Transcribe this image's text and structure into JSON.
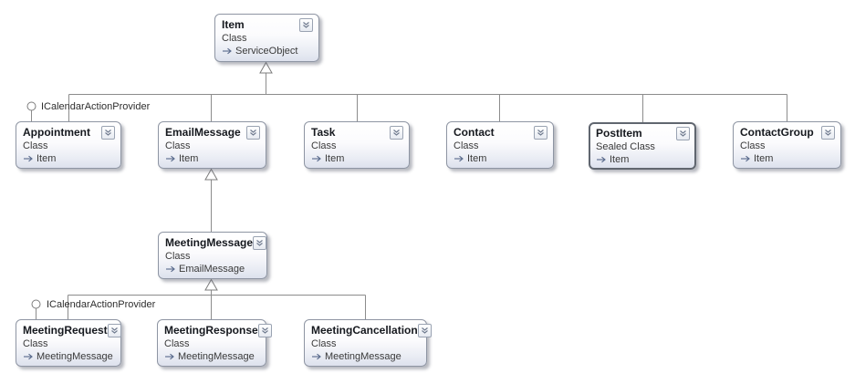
{
  "colors": {
    "box_border": "#8e95a3",
    "sealed_border": "#60666f",
    "box_gradient_top": "#ffffff",
    "box_gradient_bottom": "#dde1ed",
    "connector_line": "#8c8c8c",
    "title_text": "#15181e",
    "secondary_text": "#3a3a3a",
    "arrow_accent": "#57688a"
  },
  "icons": {
    "collapse": "chevron-double-down",
    "inheritance": "right-arrow",
    "interface": "lollipop-circle"
  },
  "interfaces": [
    {
      "label": "ICalendarActionProvider"
    },
    {
      "label": "ICalendarActionProvider"
    }
  ],
  "classes": [
    {
      "title": "Item",
      "kind": "Class",
      "base": "ServiceObject"
    },
    {
      "title": "Appointment",
      "kind": "Class",
      "base": "Item"
    },
    {
      "title": "EmailMessage",
      "kind": "Class",
      "base": "Item"
    },
    {
      "title": "Task",
      "kind": "Class",
      "base": "Item"
    },
    {
      "title": "Contact",
      "kind": "Class",
      "base": "Item"
    },
    {
      "title": "PostItem",
      "kind": "Sealed Class",
      "base": "Item"
    },
    {
      "title": "ContactGroup",
      "kind": "Class",
      "base": "Item"
    },
    {
      "title": "MeetingMessage",
      "kind": "Class",
      "base": "EmailMessage"
    },
    {
      "title": "MeetingRequest",
      "kind": "Class",
      "base": "MeetingMessage"
    },
    {
      "title": "MeetingResponse",
      "kind": "Class",
      "base": "MeetingMessage"
    },
    {
      "title": "MeetingCancellation",
      "kind": "Class",
      "base": "MeetingMessage"
    }
  ]
}
